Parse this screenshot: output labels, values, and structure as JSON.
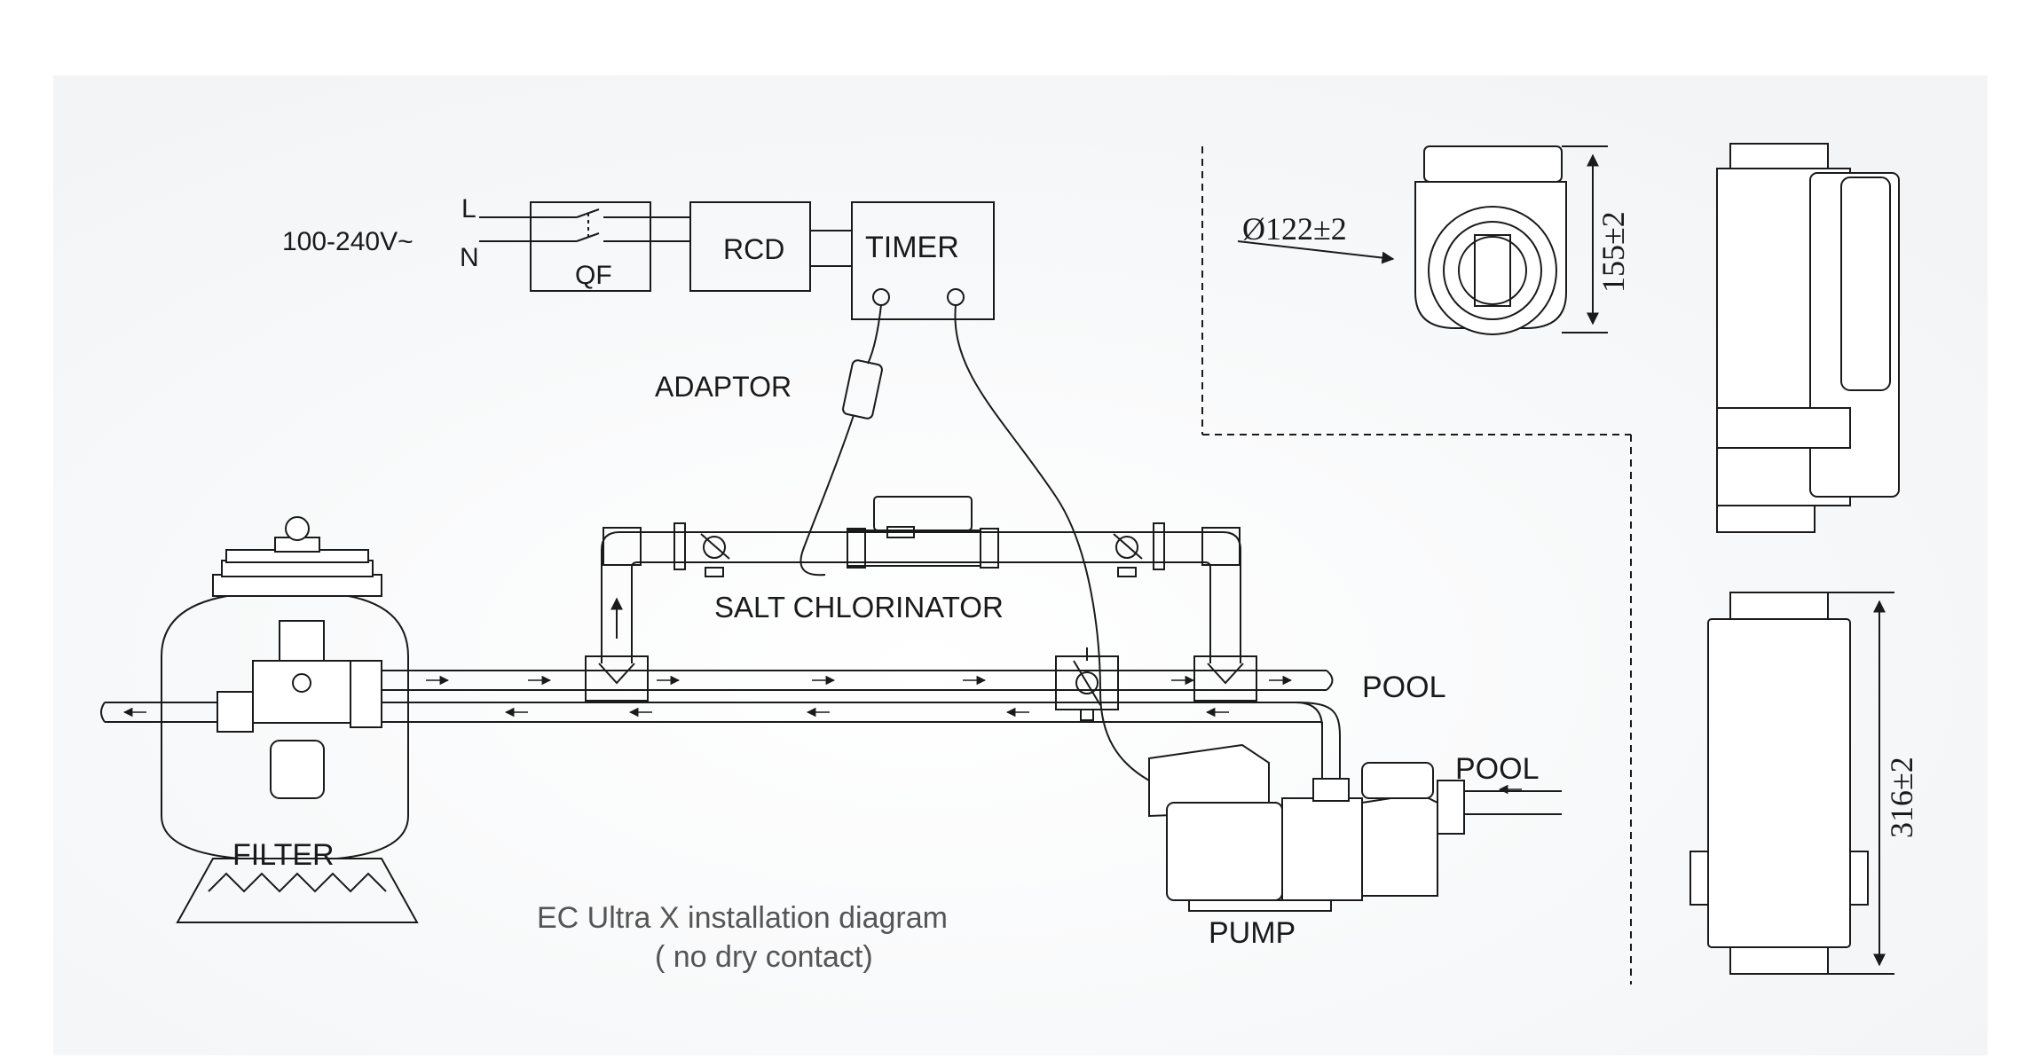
{
  "labels": {
    "voltage": "100-240V~",
    "line_l": "L",
    "line_n": "N",
    "qf": "QF",
    "rcd": "RCD",
    "timer": "TIMER",
    "adaptor": "ADAPTOR",
    "salt_chlorinator": "SALT CHLORINATOR",
    "pool_out": "POOL",
    "pool_in": "POOL",
    "filter": "FILTER",
    "pump": "PUMP",
    "caption_line1": "EC Ultra X installation diagram",
    "caption_line2": "( no dry contact)"
  },
  "dimensions": {
    "diameter": "Ø122±2",
    "height": "155±2",
    "length": "316±2"
  },
  "colors": {
    "background": "#f6f7f8",
    "line": "#1a1a1a",
    "caption": "#555555"
  }
}
